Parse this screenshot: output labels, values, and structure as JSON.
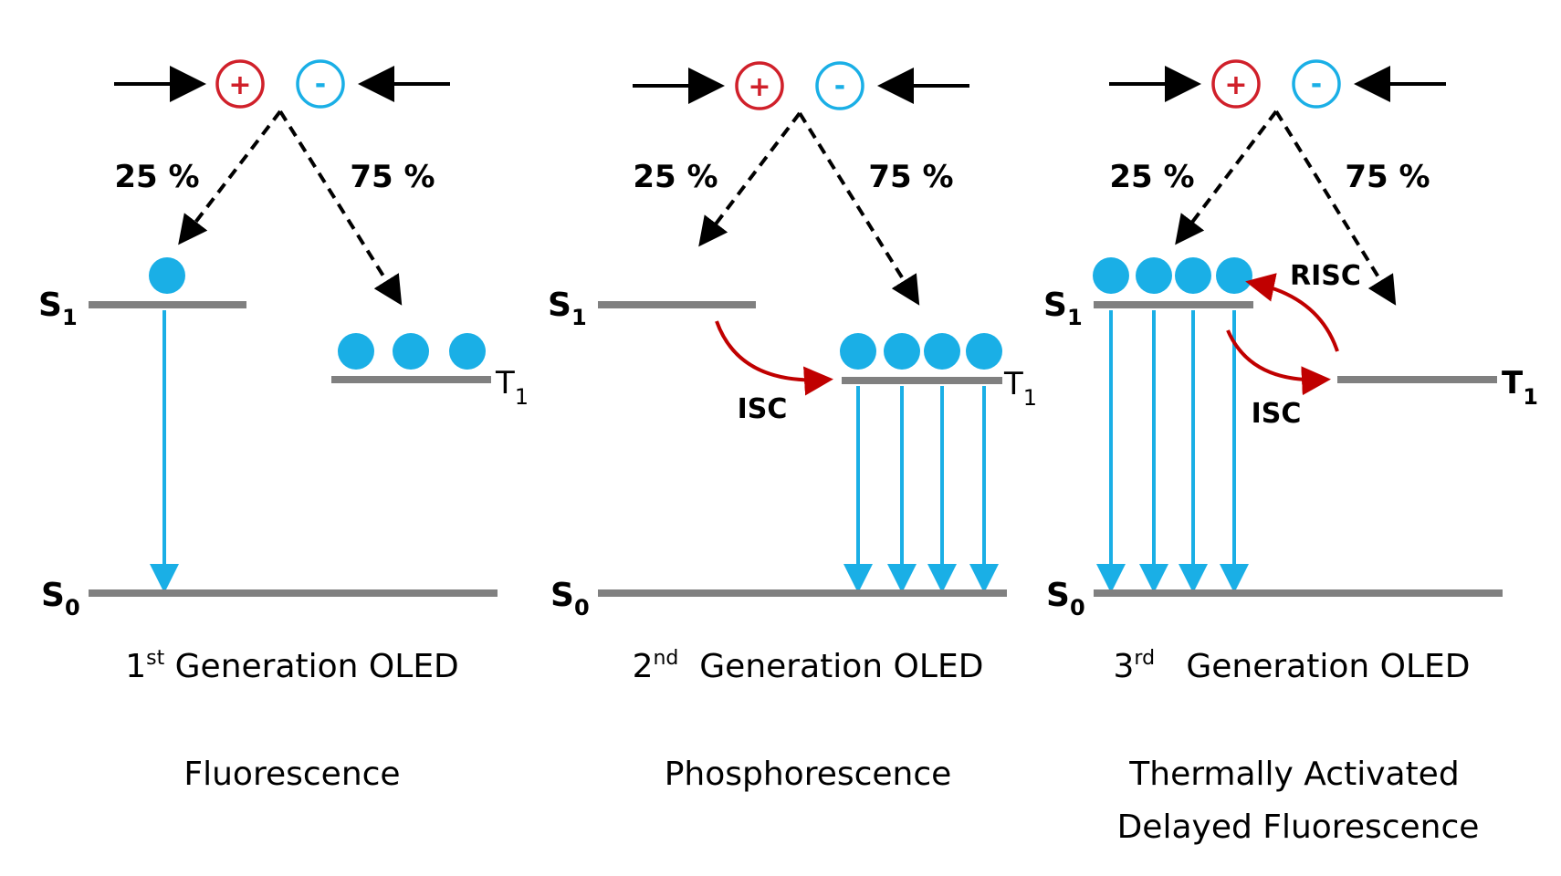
{
  "colors": {
    "level": "#808080",
    "emission": "#1aafe6",
    "charge_positive": "#d0202a",
    "charge_negative": "#1aafe6",
    "crossing": "#c00000",
    "arrow": "#000000",
    "text": "#000000"
  },
  "charges": {
    "positive": "+",
    "negative": "-"
  },
  "labels": {
    "singlet_base": "S",
    "singlet_excited_sub": "1",
    "ground_sub": "0",
    "triplet_base": "T",
    "triplet_sub": "1",
    "singlet_fraction": "25 %",
    "triplet_fraction": "75 %",
    "isc": "ISC",
    "risc": "RISC"
  },
  "panels": [
    {
      "generation_number": "1",
      "generation_suffix": "st",
      "generation_text": " Generation OLED",
      "mechanism_lines": [
        "Fluorescence"
      ],
      "singlet_excitons": 1,
      "triplet_excitons": 3,
      "emissions": 1
    },
    {
      "generation_number": "2",
      "generation_suffix": "nd",
      "generation_text": "  Generation OLED",
      "mechanism_lines": [
        "Phosphorescence"
      ],
      "singlet_excitons": 0,
      "triplet_excitons": 4,
      "emissions": 4
    },
    {
      "generation_number": "3",
      "generation_suffix": "rd",
      "generation_text": "   Generation OLED",
      "mechanism_lines": [
        "Thermally Activated",
        "Delayed Fluorescence"
      ],
      "singlet_excitons": 4,
      "triplet_excitons": 0,
      "emissions": 4
    }
  ]
}
